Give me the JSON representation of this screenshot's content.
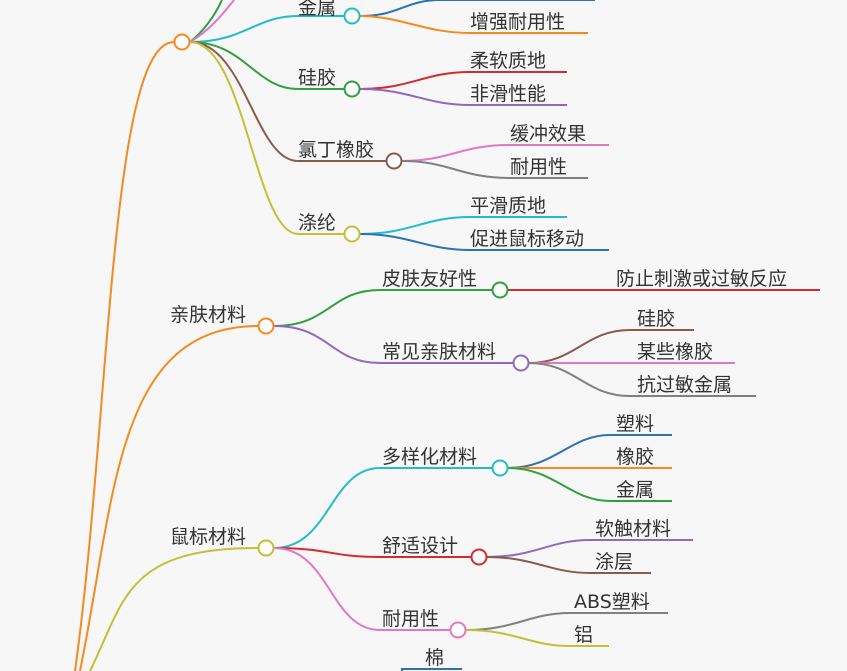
{
  "nodes": {
    "metal_partial": "金属",
    "metal_durable": "增强耐用性",
    "silicone": "硅胶",
    "silicone_soft": "柔软质地",
    "silicone_nonslip": "非滑性能",
    "neoprene": "氯丁橡胶",
    "neoprene_cushion": "缓冲效果",
    "neoprene_durable": "耐用性",
    "polyester": "涤纶",
    "polyester_smooth": "平滑质地",
    "polyester_move": "促进鼠标移动",
    "skin": "亲肤材料",
    "skin_friendly": "皮肤友好性",
    "skin_friendly_child": "防止刺激或过敏反应",
    "skin_common": "常见亲肤材料",
    "skin_common_silicone": "硅胶",
    "skin_common_rubber": "某些橡胶",
    "skin_common_metal": "抗过敏金属",
    "mouse": "鼠标材料",
    "mouse_diverse": "多样化材料",
    "mouse_diverse_plastic": "塑料",
    "mouse_diverse_rubber": "橡胶",
    "mouse_diverse_metal": "金属",
    "mouse_comfort": "舒适设计",
    "mouse_comfort_soft": "软触材料",
    "mouse_comfort_coating": "涂层",
    "mouse_durable": "耐用性",
    "mouse_durable_abs": "ABS塑料",
    "mouse_durable_al": "铝",
    "cotton_partial": "棉"
  },
  "colors": {
    "orange": "#f58a1f",
    "olive": "#c3c036",
    "cyan": "#23bccd",
    "blue": "#2a74b3",
    "green": "#30a040",
    "red": "#d62a2e",
    "purple": "#9268be",
    "brown": "#8b5a4c",
    "pink": "#e377c2",
    "gray": "#808080"
  }
}
